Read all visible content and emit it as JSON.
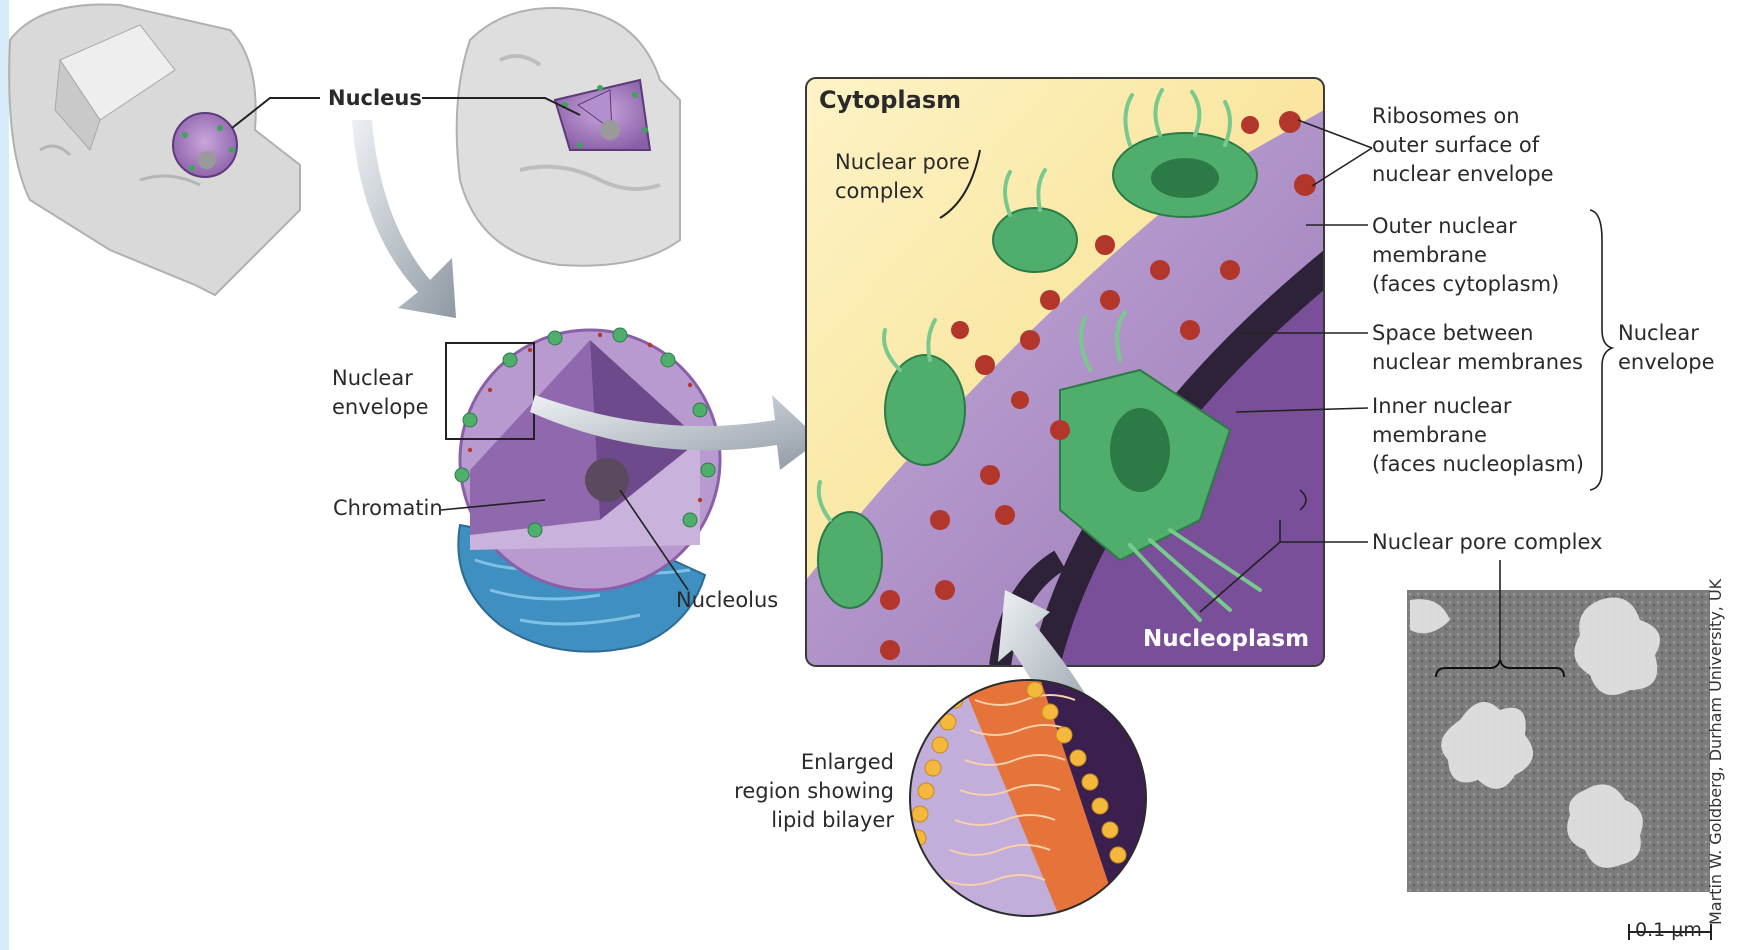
{
  "labels": {
    "nucleus": "Nucleus",
    "nuclear_envelope_left": [
      "Nuclear",
      "envelope"
    ],
    "chromatin": "Chromatin",
    "nucleolus": "Nucleolus",
    "cytoplasm": "Cytoplasm",
    "nuclear_pore_complex_top": [
      "Nuclear pore",
      "complex"
    ],
    "nucleoplasm": "Nucleoplasm",
    "ribosomes": [
      "Ribosomes on",
      "outer surface of",
      "nuclear envelope"
    ],
    "outer_membrane": [
      "Outer nuclear",
      "membrane",
      "(faces cytoplasm)"
    ],
    "space_between": [
      "Space between",
      "nuclear membranes"
    ],
    "inner_membrane": [
      "Inner nuclear",
      "membrane",
      "(faces nucleoplasm)"
    ],
    "nuclear_envelope_right": [
      "Nuclear",
      "envelope"
    ],
    "nuclear_pore_complex_right": "Nuclear pore complex",
    "enlarged_region": [
      "Enlarged",
      "region showing",
      "lipid bilayer"
    ],
    "scale_bar": "0.1 μm",
    "credit": "Martin W. Goldberg, Durham University, UK"
  },
  "colors": {
    "cytoplasm_bg": "#fbe9a0",
    "envelope_purple": "#a98ac2",
    "nucleoplasm": "#7a4f99",
    "pore_green": "#4fae6c",
    "ribosome_red": "#b3362b",
    "er_blue": "#3f8fc0",
    "bilayer_orange": "#e6743a",
    "arrow_gray": "#a7b0b8"
  }
}
